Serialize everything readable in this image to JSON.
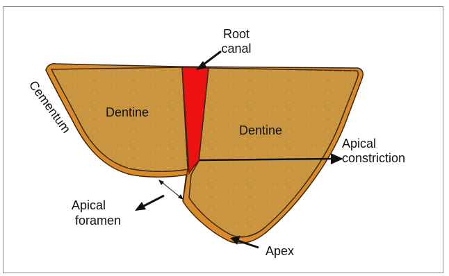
{
  "labels": {
    "root_canal_line1": "Root",
    "root_canal_line2": "canal",
    "cementum": "Cementum",
    "dentine_left": "Dentine",
    "dentine_right": "Dentine",
    "apical_constriction_line1": "Apical",
    "apical_constriction_line2": "constriction",
    "apical_foramen_line1": "Apical",
    "apical_foramen_line2": "foramen",
    "apex": "Apex"
  },
  "colors": {
    "dentine": "#c9953f",
    "cementum": "#d98a2a",
    "root_canal": "#ee1111",
    "outline": "#3a2610",
    "arrow": "#111111"
  }
}
